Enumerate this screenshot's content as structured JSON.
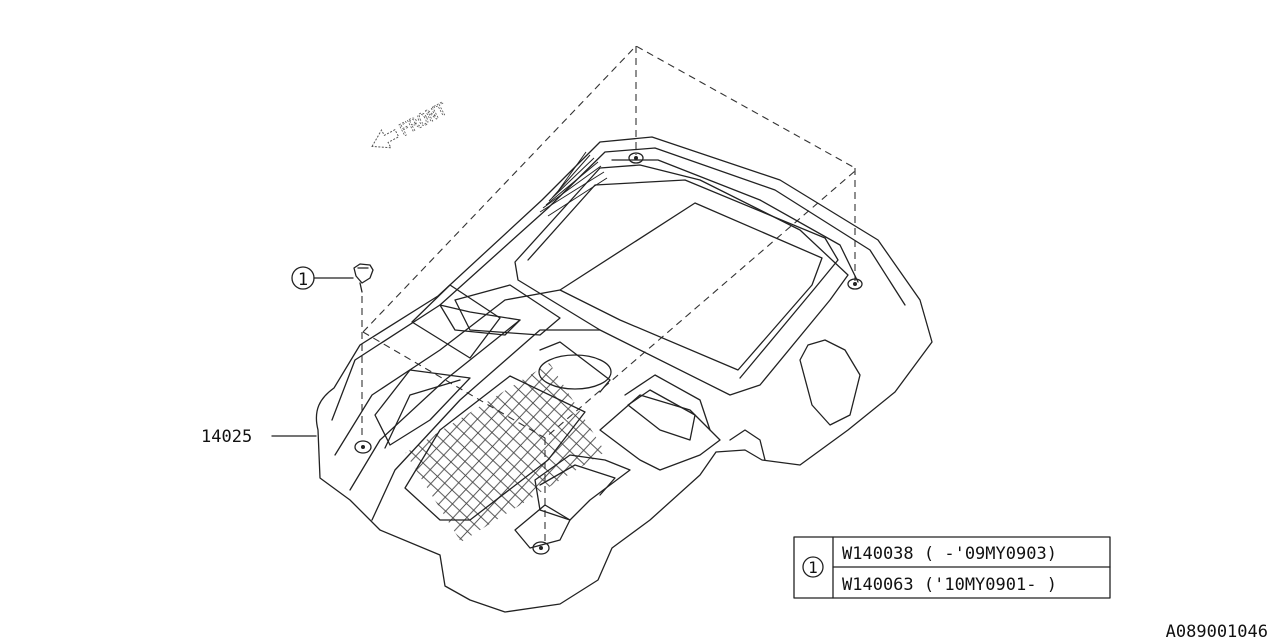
{
  "front_label": "FRONT",
  "callouts": {
    "ref_mark": "1",
    "part_number": "14025"
  },
  "legend": {
    "key": "1",
    "rows": [
      "W140038 ( -'09MY0903)",
      "W140063 ('10MY0901- )"
    ]
  },
  "diagram_id": "A089001046",
  "icons": [
    "front-arrow-icon",
    "clip-fastener-icon"
  ]
}
